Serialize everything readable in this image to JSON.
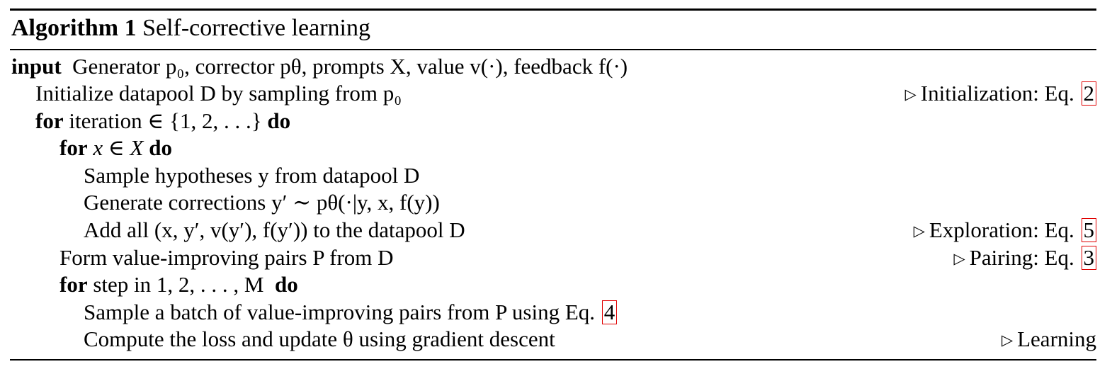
{
  "algorithm": {
    "label": "Algorithm 1",
    "title": "Self-corrective learning"
  },
  "lines": {
    "input": {
      "keyword": "input",
      "text": "Generator p₀, corrector pθ, prompts X, value v(·), feedback f(·)"
    },
    "init": {
      "text": "Initialize datapool D by sampling from p₀",
      "comment": "Initialization: Eq.",
      "ref": "2"
    },
    "for_iter": {
      "keyword": "for",
      "text": "iteration ∈ {1, 2, . . .}",
      "keyword_end": "do"
    },
    "for_x": {
      "keyword": "for",
      "text": "x ∈ X",
      "keyword_end": "do"
    },
    "sample_hyp": {
      "text": "Sample hypotheses y from datapool D"
    },
    "gen_corr": {
      "text": "Generate corrections y′ ∼ pθ(·|y, x, f(y))"
    },
    "add_all": {
      "text": "Add all (x, y′, v(y′), f(y′)) to the datapool D",
      "comment": "Exploration: Eq.",
      "ref": "5"
    },
    "form_pairs": {
      "text": "Form value-improving pairs P from D",
      "comment": "Pairing: Eq.",
      "ref": "3"
    },
    "for_step": {
      "keyword": "for",
      "text": "step in 1, 2, . . . , M",
      "keyword_end": "do"
    },
    "sample_batch": {
      "text": "Sample a batch of value-improving pairs from P using Eq.",
      "ref": "4"
    },
    "compute_loss": {
      "text": "Compute the loss and update θ using gradient descent",
      "comment": "Learning"
    }
  },
  "icons": {
    "comment_marker": "triangle-right-icon"
  }
}
